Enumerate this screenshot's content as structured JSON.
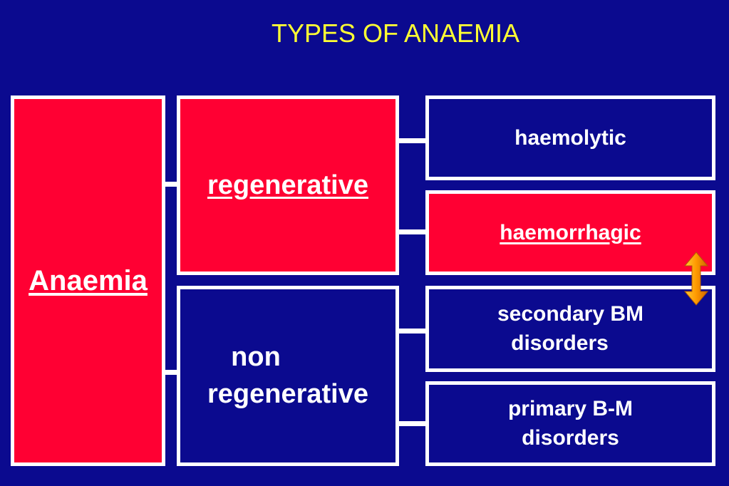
{
  "title": "TYPES OF ANAEMIA",
  "root": {
    "label": "Anaemia"
  },
  "categories": [
    {
      "label": "regenerative",
      "children": [
        "haemolytic",
        "haemorrhagic"
      ]
    },
    {
      "label_lines": [
        "non",
        "regenerative"
      ],
      "children": [
        {
          "lines": [
            "secondary BM",
            "disorders"
          ]
        },
        {
          "lines": [
            "primary B-M",
            "disorders"
          ]
        }
      ]
    }
  ],
  "colors": {
    "background": "#0b0a8f",
    "highlight": "#ff0033",
    "title": "#ffff33",
    "text": "#ffffff",
    "arrow": "#ff9900"
  },
  "icons": [
    "double-arrow-icon"
  ]
}
